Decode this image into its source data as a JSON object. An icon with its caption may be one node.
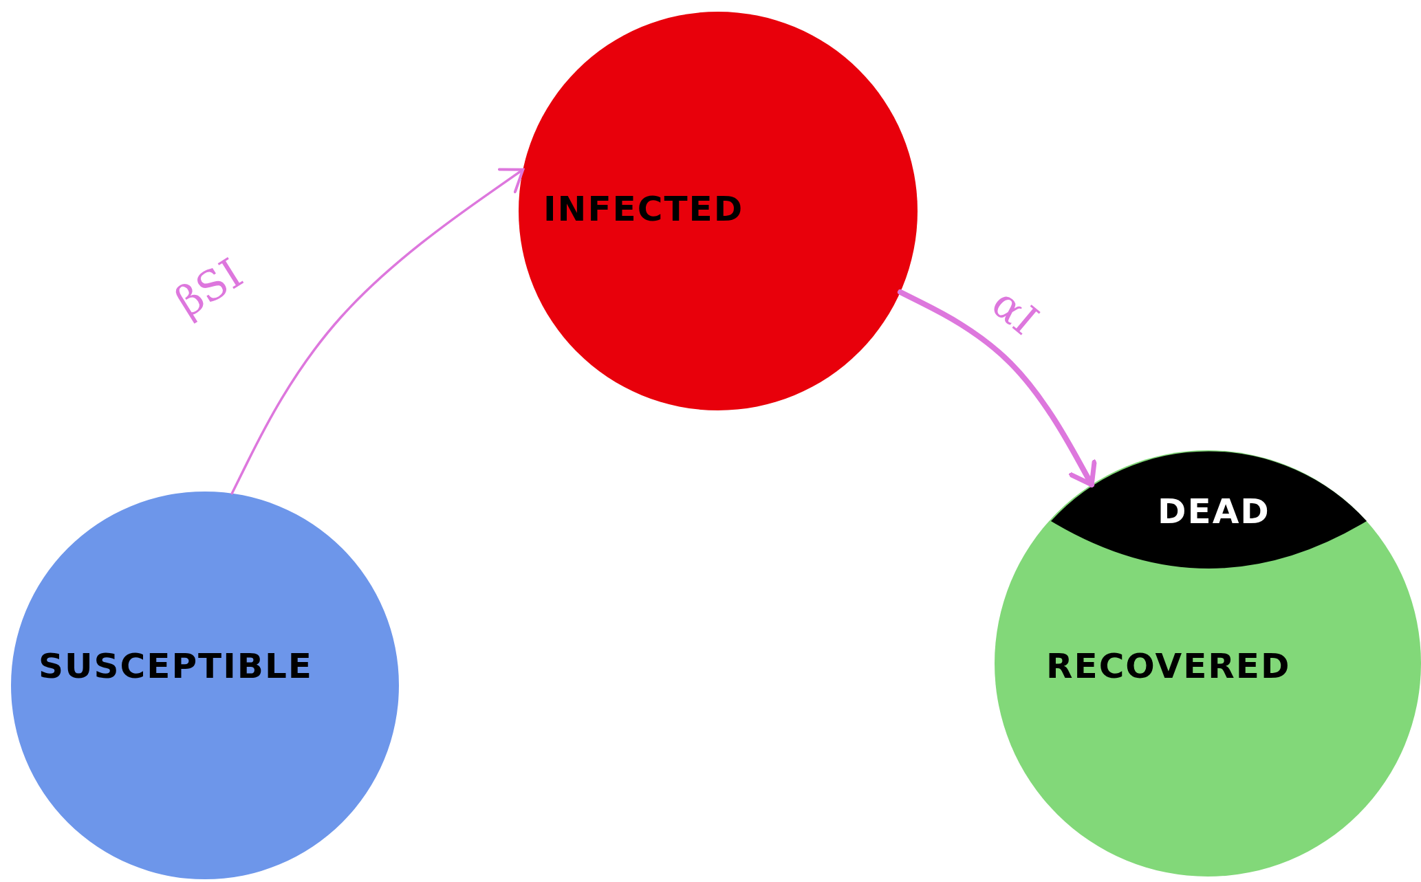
{
  "diagram": {
    "nodes": [
      {
        "text": [
          "SUSCEPTIBLE"
        ]
      },
      {
        "text": [
          "INFECTED"
        ]
      },
      {
        "text": [
          "RECOVERED"
        ]
      },
      {
        "text": [
          "DEAD"
        ],
        "in": 2
      }
    ],
    "edges": [
      {
        "from": 0,
        "to": 1,
        "arrow": "to",
        "label": "βSI"
      },
      {
        "from": 1,
        "to": 2,
        "arrow": "to",
        "label": "αI",
        "style": "thick"
      }
    ]
  }
}
